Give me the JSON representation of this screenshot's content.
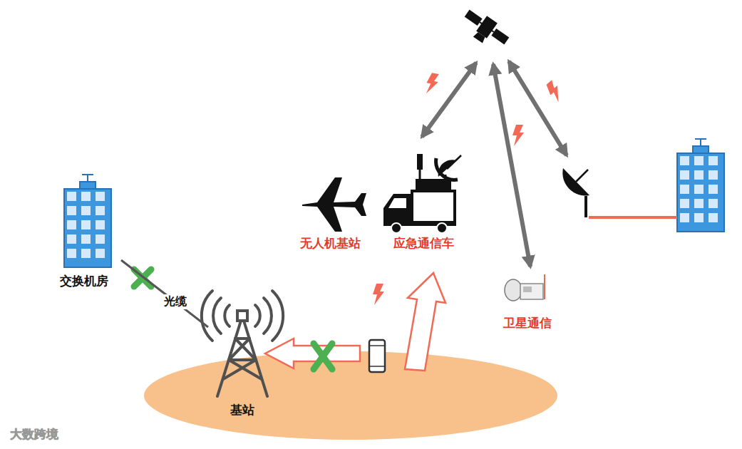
{
  "diagram": {
    "nodes": [
      {
        "text": [
          "交换机房"
        ]
      },
      {
        "text": [
          "基站"
        ]
      },
      {
        "text": [
          "无人机基站"
        ]
      },
      {
        "text": [
          "应急通信车"
        ]
      },
      {
        "text": [
          "卫星通信"
        ]
      }
    ],
    "edges": [
      {
        "from": 0,
        "to": 1,
        "label": "光缆",
        "arrow": "none"
      }
    ],
    "labels": [
      "大数跨境"
    ]
  }
}
